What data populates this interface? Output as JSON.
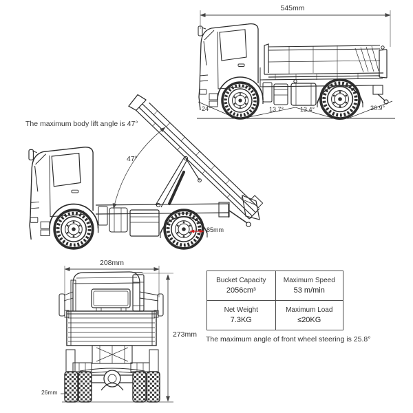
{
  "colors": {
    "line": "#2d2d2d",
    "dimension": "#444444",
    "accent_red": "#cc2020",
    "text": "#333333",
    "table_border": "#4a4a4a",
    "background": "#ffffff"
  },
  "notes": {
    "body_lift": "The maximum body lift angle is 47°",
    "steering": "The maximum angle of front wheel steering is 25.8°"
  },
  "side_view": {
    "overall_length": "545mm",
    "approach_angle": "24°",
    "breakover_angle_front": "13.7°",
    "breakover_angle_rear": "13.4°",
    "departure_angle": "20.9°"
  },
  "lift_view": {
    "lift_angle": "47°",
    "axle_dimension": "85mm"
  },
  "rear_view": {
    "overall_width": "208mm",
    "overall_height": "273mm",
    "ground_clearance": "26mm"
  },
  "spec_table": {
    "cells": [
      {
        "label": "Bucket Capacity",
        "value": "2056cm³"
      },
      {
        "label": "Maximum Speed",
        "value": "53 m/min"
      },
      {
        "label": "Net Weight",
        "value": "7.3KG"
      },
      {
        "label": "Maximum Load",
        "value": "≤20KG"
      }
    ]
  }
}
